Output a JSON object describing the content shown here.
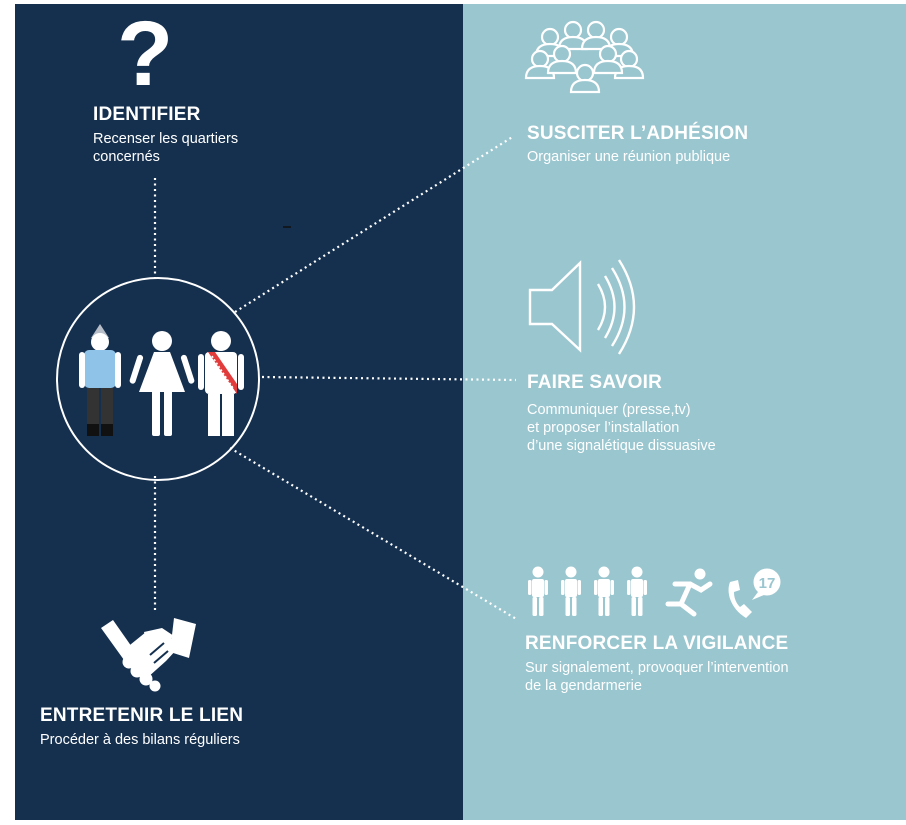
{
  "colors": {
    "left_panel": "#15304f",
    "right_panel": "#9ac6cf",
    "text": "#ffffff",
    "sash": "#e23b3b",
    "gendarme_shirt": "#8fc3e8"
  },
  "center": {
    "icon": "people-group-mayor-gendarme-icon"
  },
  "steps": {
    "identify": {
      "icon": "question-mark-icon",
      "glyph": "?",
      "title": "IDENTIFIER",
      "description": "Recenser les quartiers\nconcernés"
    },
    "engage": {
      "icon": "crowd-icon",
      "title": "SUSCITER L’ADHÉSION",
      "description": "Organiser une réunion publique"
    },
    "inform": {
      "icon": "speaker-icon",
      "title": "FAIRE SAVOIR",
      "description": "Communiquer (presse,tv)\net proposer l’installation\nd’une signalétique dissuasive"
    },
    "vigilance": {
      "icon": "people-runner-phone-icon",
      "phone_number": "17",
      "title": "RENFORCER LA VIGILANCE",
      "description": "Sur signalement, provoquer l’intervention\nde la gendarmerie"
    },
    "maintain": {
      "icon": "handshake-icon",
      "title": "ENTRETENIR LE LIEN",
      "description": "Procéder à des bilans réguliers"
    }
  }
}
